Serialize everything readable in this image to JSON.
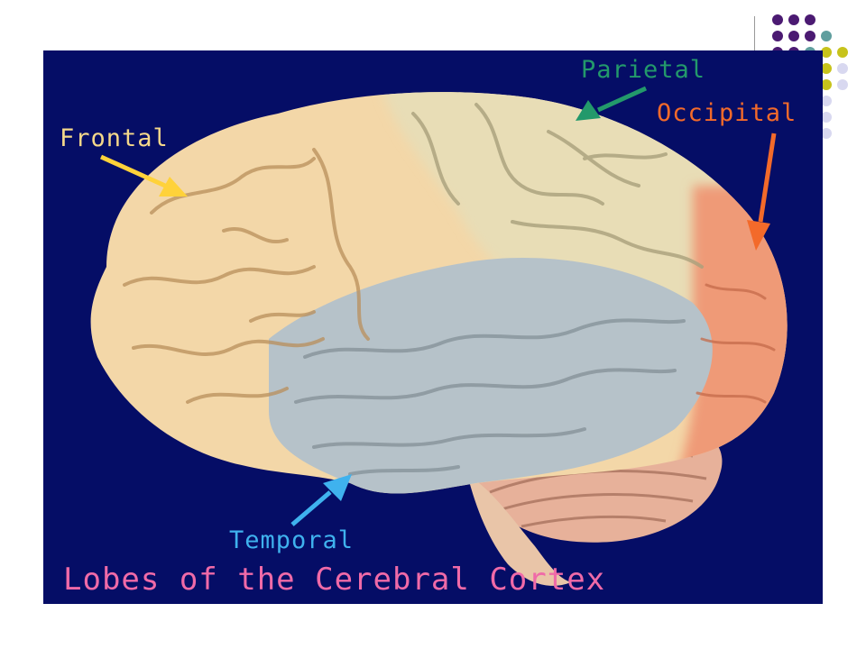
{
  "slide": {
    "labels": {
      "frontal": "Frontal",
      "parietal": "Parietal",
      "occipital": "Occipital",
      "temporal": "Temporal"
    },
    "caption": "Lobes of the Cerebral Cortex"
  },
  "colors": {
    "background": "#050d66",
    "frontal": "#f5d88a",
    "parietal": "#23996b",
    "occipital": "#f36a2a",
    "temporal": "#3fb2ee",
    "caption": "#f06aa8",
    "frontal_lobe_fill": "#f3d7a8",
    "parietal_lobe_fill": "#e8ddb6",
    "temporal_lobe_fill": "#b6c2c9",
    "occipital_lobe_fill": "#ef9a77",
    "cerebellum_fill": "#e7b19a",
    "dot_purple": "#4b1a72",
    "dot_teal": "#5f9e9e",
    "dot_olive": "#c7c31c",
    "dot_lavender": "#d8d8f0"
  }
}
